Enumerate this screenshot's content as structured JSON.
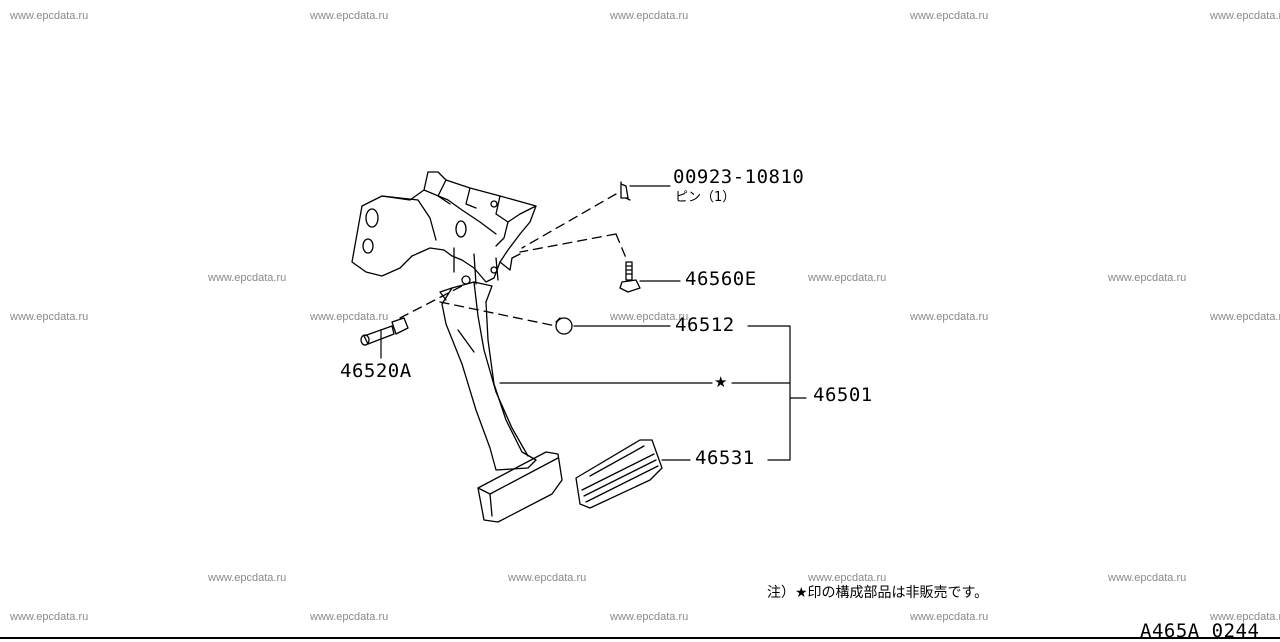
{
  "watermark": "www.epcdata.ru",
  "parts": [
    {
      "id": "part-00923-10810",
      "number": "00923-10810",
      "name": "ピン（1）"
    },
    {
      "id": "part-46560e",
      "number": "46560E"
    },
    {
      "id": "part-46512",
      "number": "46512"
    },
    {
      "id": "part-46520a",
      "number": "46520A"
    },
    {
      "id": "part-46501",
      "number": "46501"
    },
    {
      "id": "part-46531",
      "number": "46531"
    }
  ],
  "star_symbol": "★",
  "note": "注）★印の構成部品は非販売です。",
  "diagram_code": "A465A 0244"
}
